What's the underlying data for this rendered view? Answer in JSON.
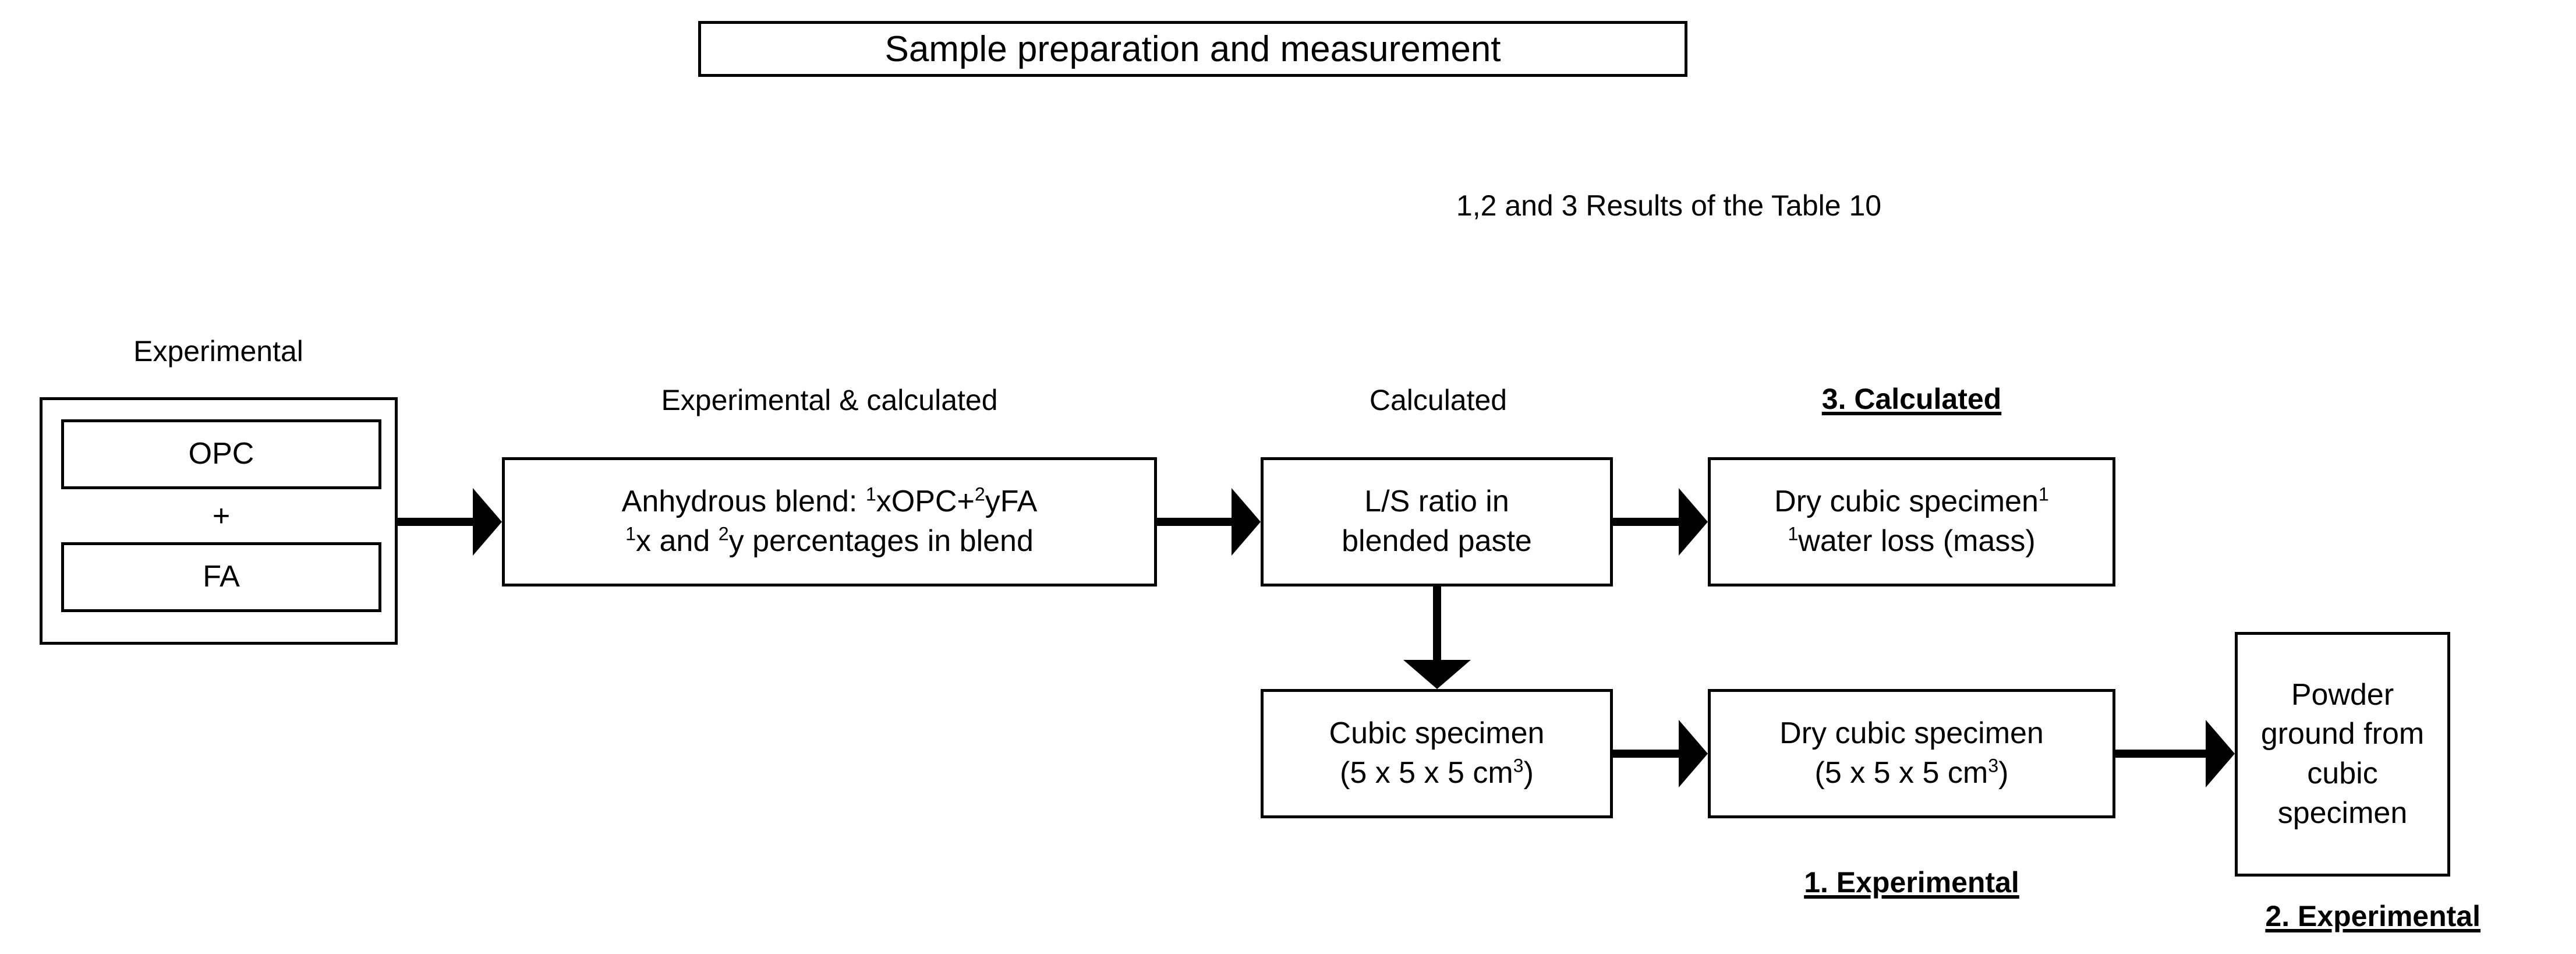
{
  "title": {
    "text": "Sample preparation and measurement"
  },
  "subtitle": {
    "text": "1,2 and 3 Results of the Table 10"
  },
  "captions": {
    "experimental": "Experimental",
    "experimental_and_calculated": "Experimental & calculated",
    "calculated": "Calculated",
    "step3_calculated": "3. Calculated",
    "step1_experimental": "1. Experimental",
    "step2_experimental": "2. Experimental"
  },
  "nodes": {
    "opc": "OPC",
    "plus": "+",
    "fa": "FA",
    "anhydrous_blend": {
      "line1_prefix": "Anhydrous blend: ",
      "line1_sup1": "1",
      "line1_mid": "xOPC+",
      "line1_sup2": "2",
      "line1_suffix": "yFA",
      "line2_sup1": "1",
      "line2_mid": "x and ",
      "line2_sup2": "2",
      "line2_suffix": "y percentages in blend"
    },
    "ls_ratio": {
      "line1": "L/S ratio in",
      "line2": "blended paste"
    },
    "dry_specimen_calc": {
      "line1": "Dry cubic specimen",
      "line1_sup": "1",
      "line2_sup": "1",
      "line2": "water loss (mass)"
    },
    "cubic_specimen": {
      "line1": "Cubic specimen",
      "line2_prefix": "(5 x 5 x 5 cm",
      "line2_sup": "3",
      "line2_suffix": ")"
    },
    "dry_cubic_specimen": {
      "line1": "Dry cubic specimen",
      "line2_prefix": "(5 x 5 x 5 cm",
      "line2_sup": "3",
      "line2_suffix": ")"
    },
    "powder": {
      "line1": "Powder",
      "line2": "ground from",
      "line3": "cubic",
      "line4": "specimen"
    }
  },
  "colors": {
    "stroke": "#000000",
    "background": "#ffffff"
  }
}
